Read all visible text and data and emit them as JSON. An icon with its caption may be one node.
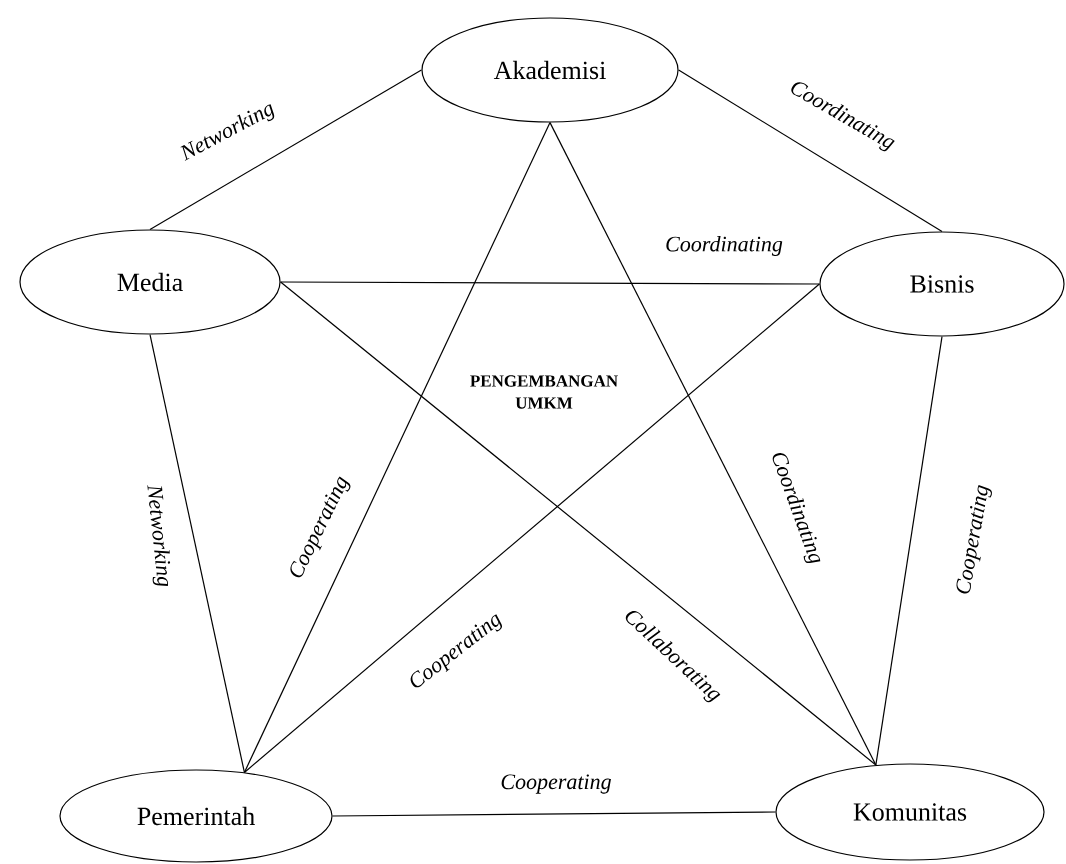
{
  "diagram": {
    "nodes": [
      {
        "text": [
          "Akademisi"
        ]
      },
      {
        "text": [
          "Media"
        ]
      },
      {
        "text": [
          "Bisnis"
        ]
      },
      {
        "text": [
          "Pemerintah"
        ]
      },
      {
        "text": [
          "Komunitas"
        ]
      }
    ],
    "edges": [
      {
        "from": 0,
        "to": 1,
        "arrow": "none",
        "label": "Networking"
      },
      {
        "from": 0,
        "to": 2,
        "arrow": "none",
        "label": "Coordinating"
      },
      {
        "from": 1,
        "to": 2,
        "arrow": "none",
        "label": "Coordinating"
      },
      {
        "from": 1,
        "to": 3,
        "arrow": "none",
        "label": "Networking"
      },
      {
        "from": 0,
        "to": 3,
        "arrow": "none",
        "label": "Cooperating"
      },
      {
        "from": 0,
        "to": 4,
        "arrow": "none",
        "label": "Coordinating"
      },
      {
        "from": 2,
        "to": 3,
        "arrow": "none",
        "label": "Cooperating"
      },
      {
        "from": 1,
        "to": 4,
        "arrow": "none",
        "label": "Collaborating"
      },
      {
        "from": 2,
        "to": 4,
        "arrow": "none",
        "label": "Cooperating"
      },
      {
        "from": 3,
        "to": 4,
        "arrow": "none",
        "label": "Cooperating"
      }
    ],
    "labels": [
      "PENGEMBANGAN UMKM"
    ]
  }
}
